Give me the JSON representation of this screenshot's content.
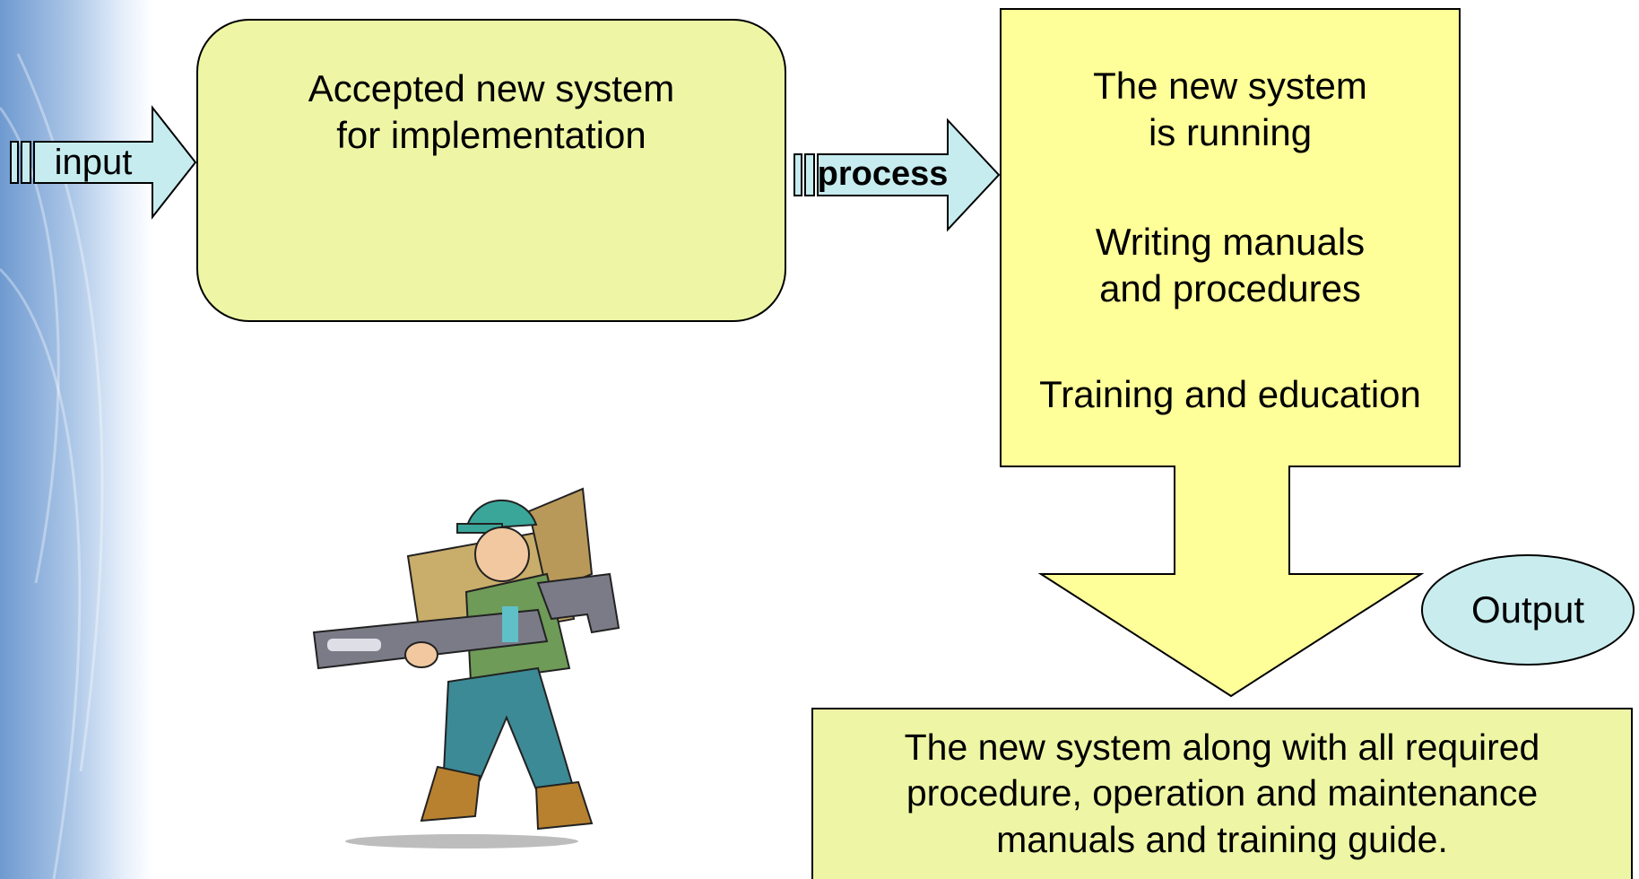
{
  "colors": {
    "box_green": "#eef6a5",
    "box_yellow": "#ffff99",
    "arrow_blue": "#c6ecef",
    "oval_blue": "#c9edef",
    "stroke": "#000000"
  },
  "diagram": {
    "input_label": "input",
    "input_box_text": "Accepted new system\nfor implementation",
    "process_label": "process",
    "process_box_lines": [
      "The new system\n is running",
      "Writing manuals\n and procedures",
      "Training and education"
    ],
    "output_label": "Output",
    "output_box_text": "The new system along with all required procedure, operation and maintenance manuals and training guide."
  },
  "illustration": {
    "icon": "worker-carrying-wrench-and-toolbox-icon"
  }
}
